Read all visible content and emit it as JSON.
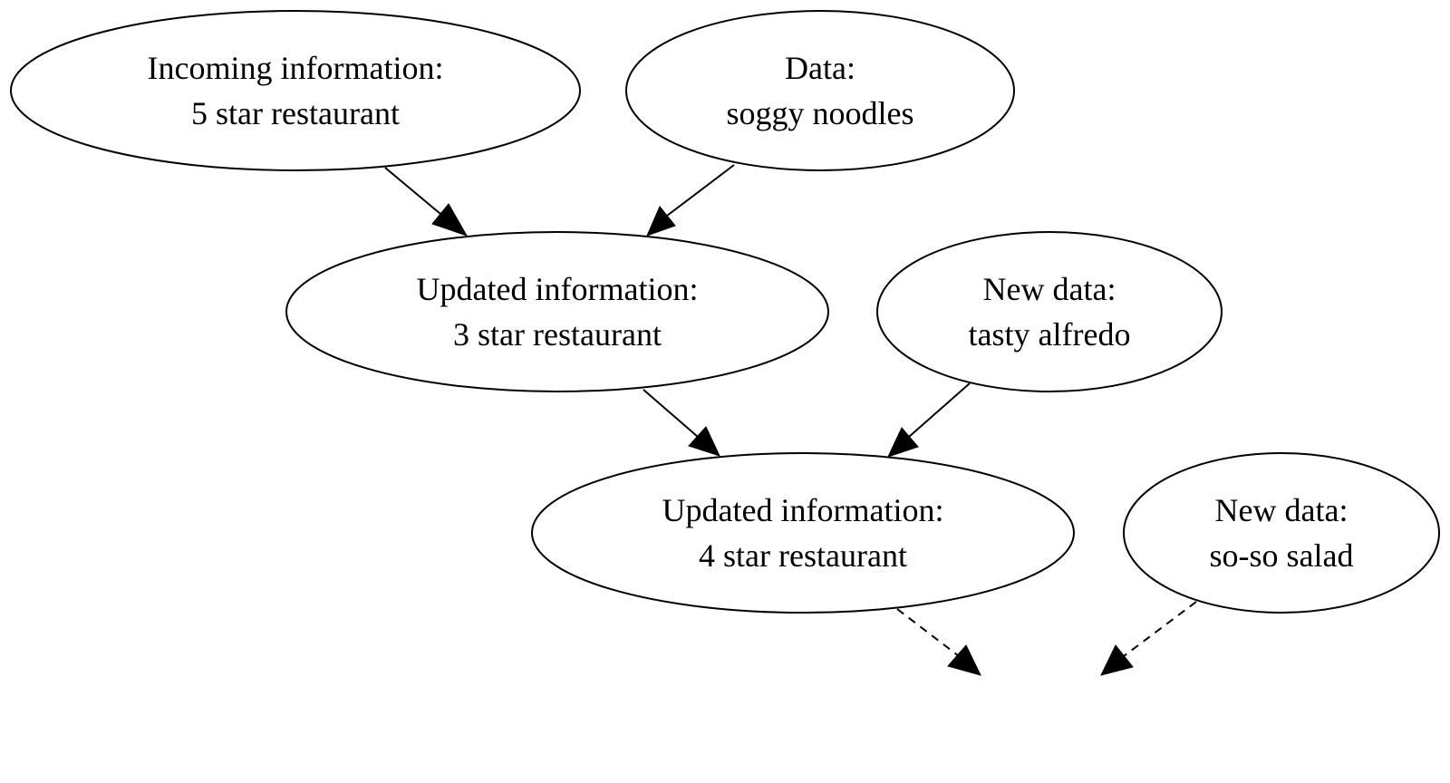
{
  "diagram": {
    "nodes": [
      {
        "id": "incoming",
        "lines": [
          "Incoming information:",
          "5 star restaurant"
        ]
      },
      {
        "id": "data1",
        "lines": [
          "Data:",
          "soggy noodles"
        ]
      },
      {
        "id": "updated1",
        "lines": [
          "Updated information:",
          "3 star restaurant"
        ]
      },
      {
        "id": "data2",
        "lines": [
          "New data:",
          "tasty alfredo"
        ]
      },
      {
        "id": "updated2",
        "lines": [
          "Updated information:",
          "4 star restaurant"
        ]
      },
      {
        "id": "data3",
        "lines": [
          "New data:",
          "so-so salad"
        ]
      }
    ],
    "edges": [
      {
        "from": "incoming",
        "to": "updated1",
        "style": "solid"
      },
      {
        "from": "data1",
        "to": "updated1",
        "style": "solid"
      },
      {
        "from": "updated1",
        "to": "updated2",
        "style": "solid"
      },
      {
        "from": "data2",
        "to": "updated2",
        "style": "solid"
      },
      {
        "from": "updated2",
        "to": "",
        "style": "dashed"
      },
      {
        "from": "data3",
        "to": "",
        "style": "dashed"
      }
    ]
  }
}
